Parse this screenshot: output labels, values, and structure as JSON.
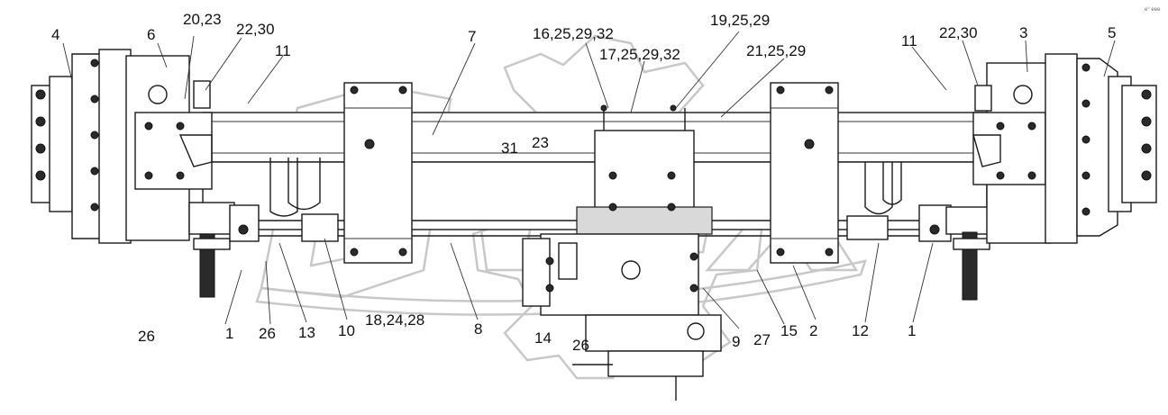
{
  "diagram": {
    "callouts": [
      {
        "id": "c-4",
        "text": "4"
      },
      {
        "id": "c-6",
        "text": "6"
      },
      {
        "id": "c-20-23",
        "text": "20,23"
      },
      {
        "id": "c-22-30-left",
        "text": "22,30"
      },
      {
        "id": "c-11-left",
        "text": "11"
      },
      {
        "id": "c-7",
        "text": "7"
      },
      {
        "id": "c-16-25-29-32",
        "text": "16,25,29,32"
      },
      {
        "id": "c-17-25-29-32",
        "text": "17,25,29,32"
      },
      {
        "id": "c-19-25-29",
        "text": "19,25,29"
      },
      {
        "id": "c-21-25-29",
        "text": "21,25,29"
      },
      {
        "id": "c-11-right",
        "text": "11"
      },
      {
        "id": "c-22-30-right",
        "text": "22,30"
      },
      {
        "id": "c-3",
        "text": "3"
      },
      {
        "id": "c-5",
        "text": "5"
      },
      {
        "id": "c-31",
        "text": "31"
      },
      {
        "id": "c-23",
        "text": "23"
      },
      {
        "id": "c-26-left",
        "text": "26"
      },
      {
        "id": "c-1-left",
        "text": "1"
      },
      {
        "id": "c-26-mid",
        "text": "26"
      },
      {
        "id": "c-13",
        "text": "13"
      },
      {
        "id": "c-10",
        "text": "10"
      },
      {
        "id": "c-18-24-28",
        "text": "18,24,28"
      },
      {
        "id": "c-8",
        "text": "8"
      },
      {
        "id": "c-14",
        "text": "14"
      },
      {
        "id": "c-26-bottom",
        "text": "26"
      },
      {
        "id": "c-9",
        "text": "9"
      },
      {
        "id": "c-27",
        "text": "27"
      },
      {
        "id": "c-15",
        "text": "15"
      },
      {
        "id": "c-2",
        "text": "2"
      },
      {
        "id": "c-12",
        "text": "12"
      },
      {
        "id": "c-1-right",
        "text": "1"
      }
    ],
    "corner_mark": "e° eee"
  },
  "colors": {
    "line": "#1a1a1a",
    "watermark": "#c8c8c8",
    "background": "#ffffff"
  }
}
